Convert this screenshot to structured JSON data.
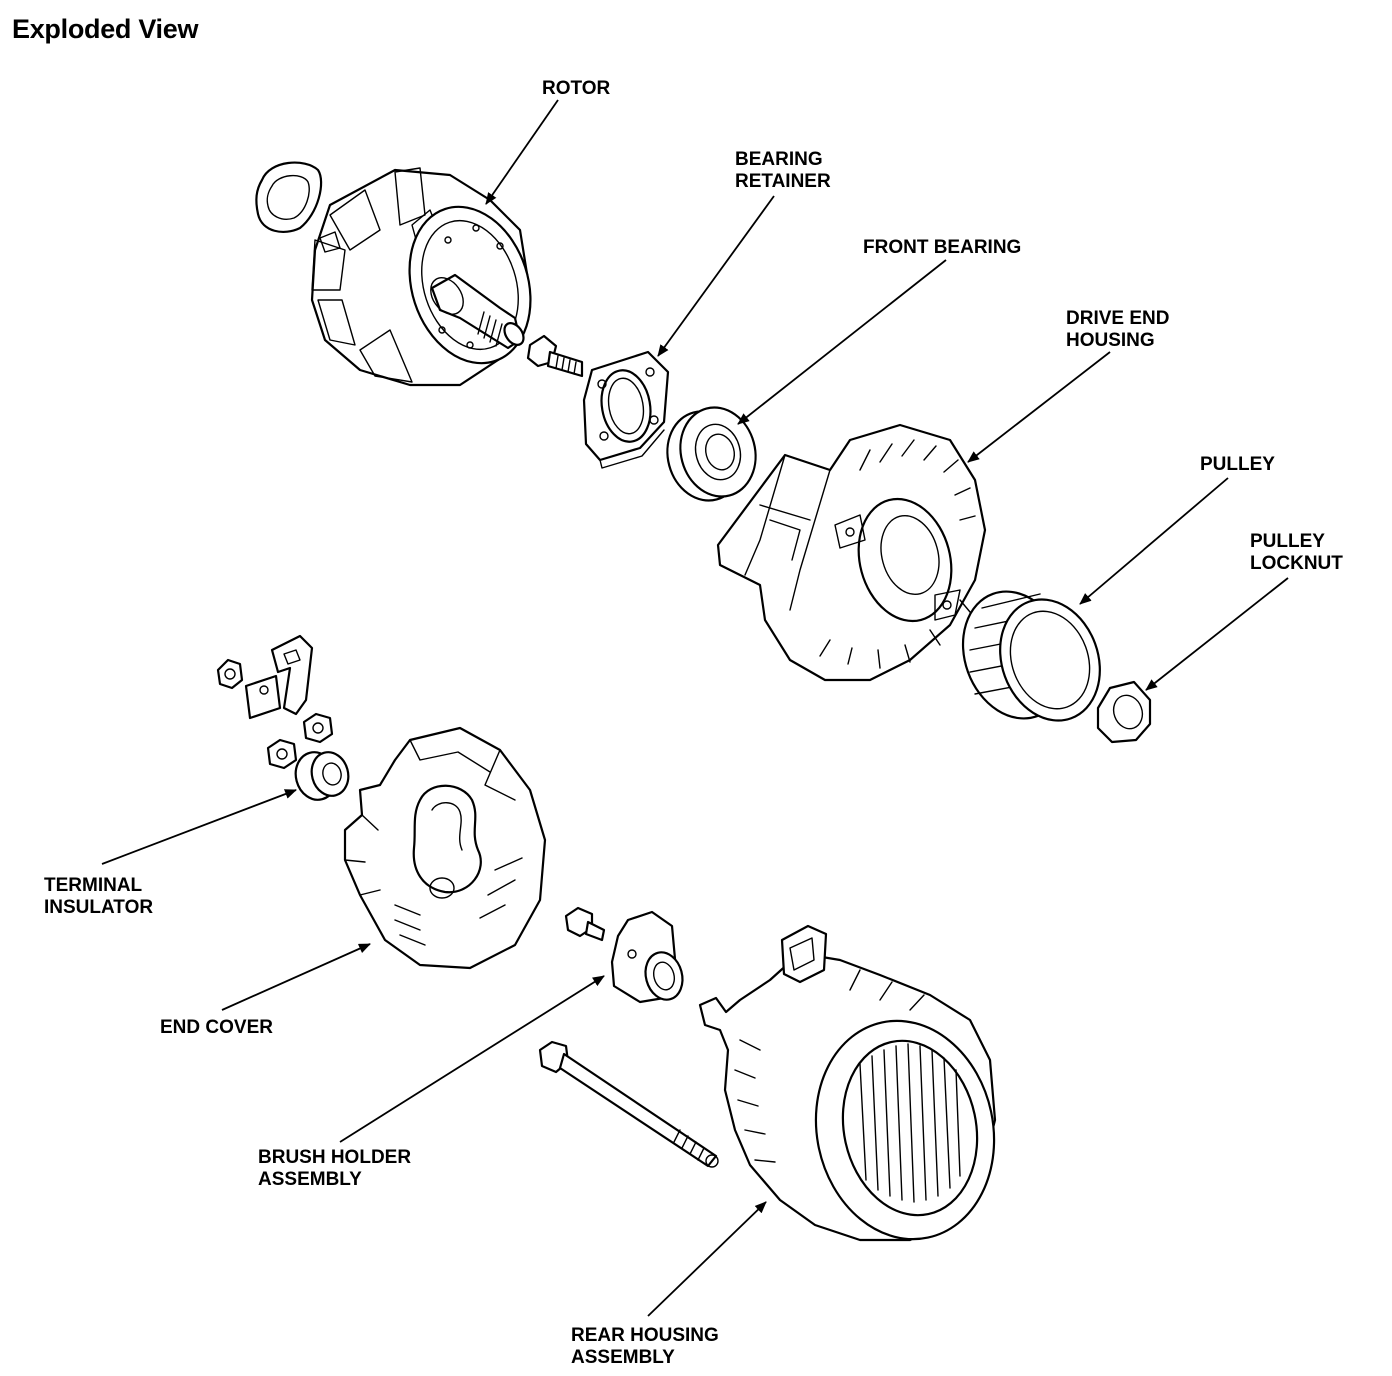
{
  "title": "Exploded View",
  "labels": {
    "rotor": [
      "ROTOR"
    ],
    "bearing_retainer": [
      "BEARING",
      "RETAINER"
    ],
    "front_bearing": [
      "FRONT BEARING"
    ],
    "drive_end_housing": [
      "DRIVE END",
      "HOUSING"
    ],
    "pulley": [
      "PULLEY"
    ],
    "pulley_locknut": [
      "PULLEY",
      "LOCKNUT"
    ],
    "terminal_insulator": [
      "TERMINAL",
      "INSULATOR"
    ],
    "end_cover": [
      "END COVER"
    ],
    "brush_holder_assembly": [
      "BRUSH HOLDER",
      "ASSEMBLY"
    ],
    "rear_housing_assembly": [
      "REAR HOUSING",
      "ASSEMBLY"
    ]
  }
}
